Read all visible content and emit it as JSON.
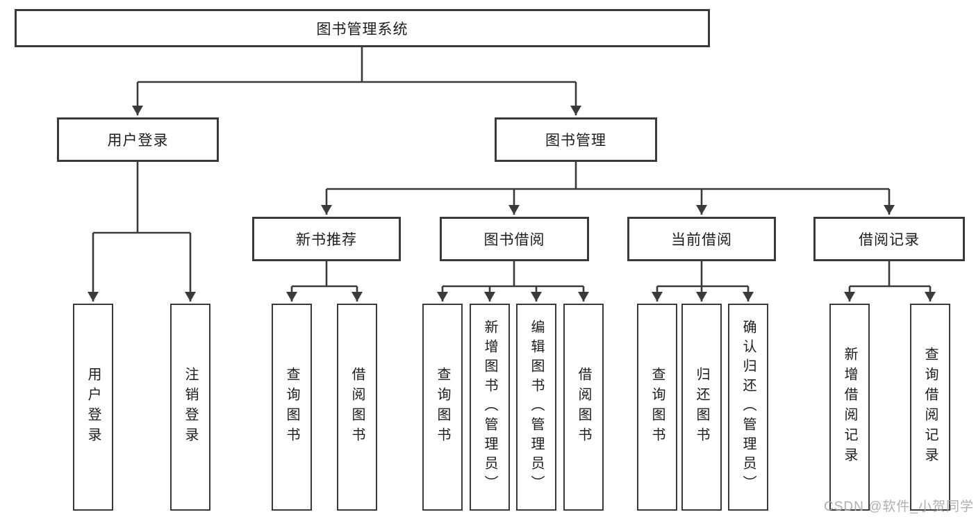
{
  "nodes": {
    "root": {
      "label": "图书管理系统"
    },
    "user_login": {
      "label": "用户登录"
    },
    "book_mgmt": {
      "label": "图书管理"
    },
    "login": {
      "label": "用户登录"
    },
    "logout": {
      "label": "注销登录"
    },
    "new_book_rec": {
      "label": "新书推荐"
    },
    "book_borrow": {
      "label": "图书借阅"
    },
    "current_borrow": {
      "label": "当前借阅"
    },
    "borrow_records": {
      "label": "借阅记录"
    },
    "nbr_query": {
      "label": "查询图书"
    },
    "nbr_borrow": {
      "label": "借阅图书"
    },
    "bb_query": {
      "label": "查询图书"
    },
    "bb_add": {
      "label": "新增图书（管理员）"
    },
    "bb_edit": {
      "label": "编辑图书（管理员）"
    },
    "bb_borrow": {
      "label": "借阅图书"
    },
    "cb_query": {
      "label": "查询图书"
    },
    "cb_return": {
      "label": "归还图书"
    },
    "cb_confirm": {
      "label": "确认归还（管理员）"
    },
    "br_add": {
      "label": "新增借阅记录"
    },
    "br_query": {
      "label": "查询借阅记录"
    }
  },
  "edges": [
    {
      "from": "root",
      "to": "user_login"
    },
    {
      "from": "root",
      "to": "book_mgmt"
    },
    {
      "from": "user_login",
      "to": "login"
    },
    {
      "from": "user_login",
      "to": "logout"
    },
    {
      "from": "book_mgmt",
      "to": "new_book_rec"
    },
    {
      "from": "book_mgmt",
      "to": "book_borrow"
    },
    {
      "from": "book_mgmt",
      "to": "current_borrow"
    },
    {
      "from": "book_mgmt",
      "to": "borrow_records"
    },
    {
      "from": "new_book_rec",
      "to": "nbr_query"
    },
    {
      "from": "new_book_rec",
      "to": "nbr_borrow"
    },
    {
      "from": "book_borrow",
      "to": "bb_query"
    },
    {
      "from": "book_borrow",
      "to": "bb_add"
    },
    {
      "from": "book_borrow",
      "to": "bb_edit"
    },
    {
      "from": "book_borrow",
      "to": "bb_borrow"
    },
    {
      "from": "current_borrow",
      "to": "cb_query"
    },
    {
      "from": "current_borrow",
      "to": "cb_return"
    },
    {
      "from": "current_borrow",
      "to": "cb_confirm"
    },
    {
      "from": "borrow_records",
      "to": "br_add"
    },
    {
      "from": "borrow_records",
      "to": "br_query"
    }
  ],
  "watermark": {
    "text": "CSDN @软件_小贺同学",
    "color": "#a8a8a8"
  },
  "colors": {
    "line": "#3a3a3a",
    "box_border": "#3a3a3a",
    "text": "#1c1c1c",
    "background": "#ffffff"
  }
}
